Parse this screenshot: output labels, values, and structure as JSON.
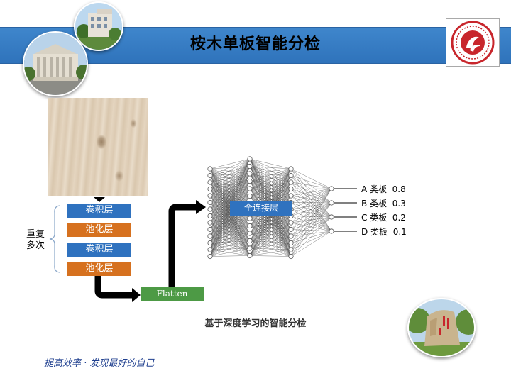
{
  "header": {
    "title": "桉木单板智能分检"
  },
  "colors": {
    "band": "#3a80c7",
    "conv_block": "#2f72bf",
    "pool_block": "#d6711f",
    "flatten_block": "#4d9a45",
    "logo_red": "#c8262c"
  },
  "diagram": {
    "layers": [
      "卷积层",
      "池化层",
      "卷积层",
      "池化层"
    ],
    "repeat_note": "重复\n多次",
    "flatten_label": "Flatten",
    "fc_label": "全连接层",
    "outputs": [
      {
        "label": "A 类板",
        "prob": "0.8"
      },
      {
        "label": "B 类板",
        "prob": "0.3"
      },
      {
        "label": "C 类板",
        "prob": "0.2"
      },
      {
        "label": "D 类板",
        "prob": "0.1"
      }
    ]
  },
  "caption": "基于深度学习的智能分检",
  "motto": "提高效率 · 发现最好的自己"
}
